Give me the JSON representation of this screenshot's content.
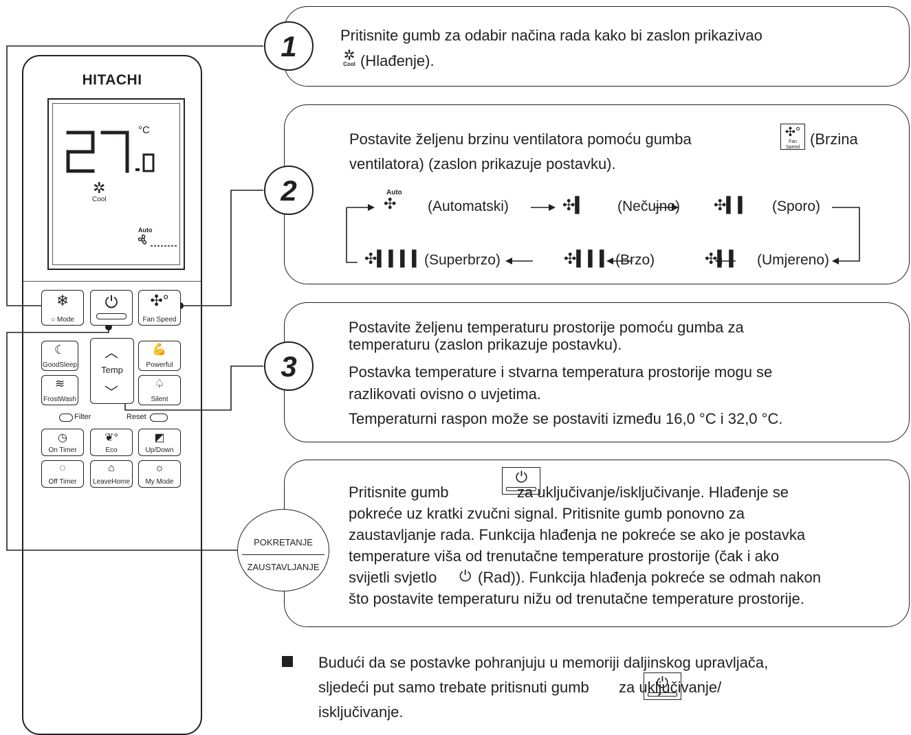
{
  "remote": {
    "brand": "HITACHI",
    "display": {
      "temperature": "27",
      "decimal": "0",
      "unit": "°C",
      "mode_label": "Cool",
      "fan_label": "Auto"
    },
    "buttons": {
      "mode": "Mode",
      "fan_speed": "Fan Speed",
      "goodsleep": "GoodSleep",
      "powerful": "Powerful",
      "temp": "Temp",
      "frostwash": "FrostWash",
      "silent": "Silent",
      "filter": "Filter",
      "reset": "Reset",
      "on_timer": "On Timer",
      "eco": "Eco",
      "up_down": "Up/Down",
      "off_timer": "Off Timer",
      "leavehome": "LeaveHome",
      "my_mode": "My Mode"
    }
  },
  "steps": [
    {
      "number": "1",
      "text_a": "Pritisnite gumb za odabir načina rada kako bi zaslon prikazivao",
      "text_b": "(Hlađenje).",
      "icon_label": "Cool"
    },
    {
      "number": "2",
      "text_a": "Postavite željenu brzinu ventilatora pomoću gumba",
      "text_b": "(Brzina",
      "text_c": "ventilatora) (zaslon prikazuje postavku).",
      "button_label": "Fan Speed",
      "fan_sequence": {
        "auto_tag": "Auto",
        "auto": "(Automatski)",
        "quiet": "(Nečujno)",
        "low": "(Sporo)",
        "medium": "(Umjereno)",
        "high": "(Brzo)",
        "super": "(Superbrzo)"
      }
    },
    {
      "number": "3",
      "line1": "Postavite željenu temperaturu prostorije pomoću gumba za",
      "line2": "temperaturu (zaslon prikazuje postavku).",
      "line3": "Postavka temperature i stvarna temperatura prostorije mogu se",
      "line4": "razlikovati ovisno o uvjetima.",
      "line5": "Temperaturni raspon može se postaviti između 16,0 °C i 32,0 °C."
    },
    {
      "line1a": "Pritisnite gumb",
      "line1b": "za uključivanje/isključivanje. Hlađenje se",
      "line2": "pokreće uz kratki zvučni signal. Pritisnite gumb ponovno za",
      "line3": "zaustavljanje rada. Funkcija hlađenja ne pokreće se ako je postavka",
      "line4": "temperature viša od trenutačne temperature prostorije (čak i ako",
      "line5a": "svijetli svjetlo",
      "line5b": "(Rad)). Funkcija hlađenja pokreće se odmah nakon",
      "line6": "što postavite temperaturu nižu od trenutačne temperature prostorije."
    }
  ],
  "start_stop": {
    "start": "POKRETANJE",
    "stop": "ZAUSTAVLJANJE"
  },
  "note": {
    "line1": "Budući da se postavke pohranjuju u memoriji daljinskog upravljača,",
    "line2a": "sljedeći put samo trebate pritisnuti gumb",
    "line2b": "za uključivanje/",
    "line3": "isključivanje."
  }
}
